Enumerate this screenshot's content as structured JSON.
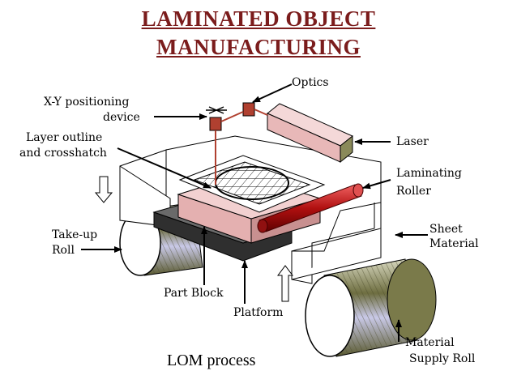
{
  "title_line1": "LAMINATED OBJECT",
  "title_line2": "MANUFACTURING",
  "labels": {
    "optics": "Optics",
    "xy_line1": "X-Y positioning",
    "xy_line2": "device",
    "layer_line1": "Layer outline",
    "layer_line2": "and crosshatch",
    "laser": "Laser",
    "roller_line1": "Laminating",
    "roller_line2": "Roller",
    "takeup_line1": "Take-up",
    "takeup_line2": "Roll",
    "sheet_line1": "Sheet",
    "sheet_line2": "Material",
    "part_block": "Part Block",
    "platform": "Platform",
    "supply_line1": "Material",
    "supply_line2": "Supply Roll"
  },
  "caption": "LOM process",
  "colors": {
    "title": "#7b1c1c",
    "laser_body": "#e8b8b8",
    "roller": "#c81818",
    "part_block": "#e8b0b0",
    "platform": "#444444",
    "frame": "#ffffff",
    "roll_green": "#8a8a5a"
  }
}
